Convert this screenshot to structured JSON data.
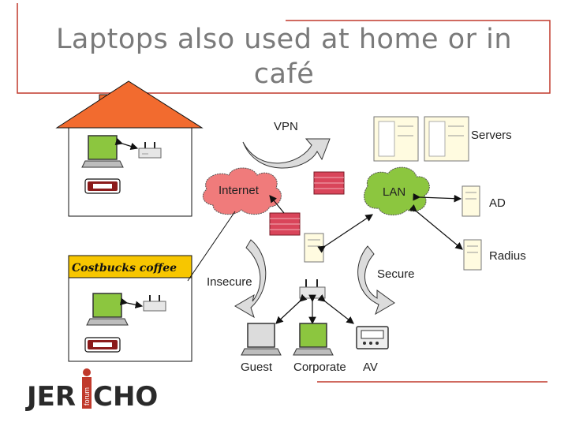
{
  "slide": {
    "title_line1": "Laptops also used at home or in",
    "title_line2": "café"
  },
  "labels": {
    "vpn": "VPN",
    "servers": "Servers",
    "internet": "Internet",
    "lan": "LAN",
    "ad": "AD",
    "radius": "Radius",
    "secure": "Secure",
    "insecure": "Insecure",
    "cafe_sign": "Costbucks coffee",
    "guest": "Guest",
    "corporate": "Corporate",
    "av": "AV"
  },
  "logo": {
    "main": "JERICHO",
    "vertical": "forum"
  },
  "colors": {
    "title_text": "#7a7a7a",
    "title_frame": "#c0392b",
    "roof": "#f26b2f",
    "cafe_sign_bg": "#f7c600",
    "internet_cloud": "#f07b7b",
    "lan_cloud": "#8cc63f",
    "laptop_screen": "#8cc63f",
    "firewall": "#d9455a",
    "server": "#fffbe0"
  },
  "icons": [
    "house-icon",
    "laptop-icon",
    "router-icon",
    "firewall-icon",
    "server-icon",
    "cloud-icon",
    "curved-arrow-icon",
    "double-arrow-icon",
    "av-device-icon",
    "logo"
  ]
}
